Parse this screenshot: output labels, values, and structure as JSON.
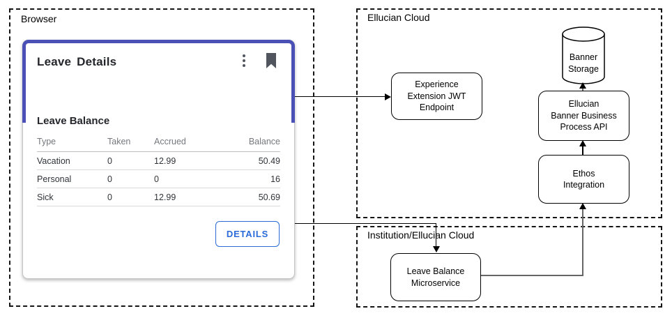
{
  "containers": {
    "browser": {
      "label": "Browser"
    },
    "ellucian_cloud": {
      "label": "Ellucian Cloud"
    },
    "institution": {
      "label": "Institution/Ellucian Cloud"
    }
  },
  "card": {
    "title": "Leave Details",
    "section_title": "Leave Balance",
    "table": {
      "headers": [
        "Type",
        "Taken",
        "Accrued",
        "Balance"
      ],
      "rows": [
        [
          "Vacation",
          "0",
          "12.99",
          "50.49"
        ],
        [
          "Personal",
          "0",
          "0",
          "16"
        ],
        [
          "Sick",
          "0",
          "12.99",
          "50.69"
        ]
      ]
    },
    "details_button_label": "DETAILS",
    "icons": [
      "kebab-menu-icon",
      "bookmark-icon"
    ]
  },
  "nodes": {
    "jwt_endpoint": "Experience\nExtension JWT\nEndpoint",
    "banner_storage": "Banner\nStorage",
    "banner_bp_api": "Ellucian\nBanner Business\nProcess API",
    "ethos_integration": "Ethos\nIntegration",
    "leave_balance_microservice": "Leave Balance\nMicroservice"
  },
  "colors": {
    "card_accent": "#4A50B5",
    "details_button_blue": "#2A6BD8",
    "connector_gray": "#666666",
    "connector_black": "#000000"
  }
}
